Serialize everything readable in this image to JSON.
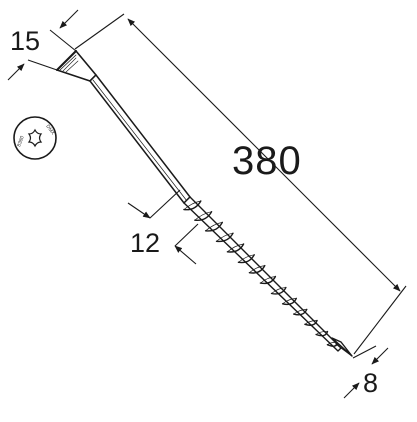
{
  "drawing": {
    "subject": "countersunk-wood-screw",
    "dimensions": {
      "head_diameter": "15",
      "length": "380",
      "thread_diameter": "12",
      "point_size": "8"
    },
    "head_marking": "DMX",
    "head_marking_secondary": "8380",
    "line_color": "#1a1a1a"
  }
}
